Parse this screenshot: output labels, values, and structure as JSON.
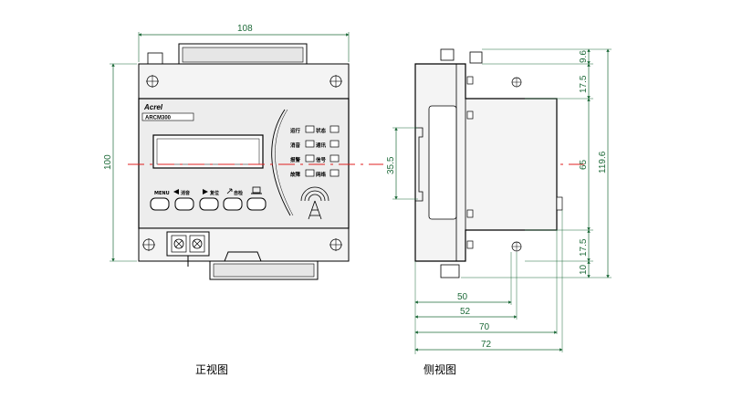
{
  "front_view": {
    "caption": "正视图",
    "brand": "Acrel",
    "model": "ARCM300",
    "menu_key": "MENU",
    "key_labels": [
      "消音",
      "复位",
      "自检"
    ],
    "indicators": [
      {
        "left": "运行",
        "right": "状态"
      },
      {
        "left": "消音",
        "right": "通讯"
      },
      {
        "left": "报警",
        "right": "信号"
      },
      {
        "left": "故障",
        "right": "网络"
      }
    ],
    "dim_width": "108",
    "dim_height": "100"
  },
  "side_view": {
    "caption": "侧视图",
    "dims_right": [
      "9.6",
      "17.5",
      "65",
      "119.6",
      "17.5",
      "10"
    ],
    "dim_left": "35.5",
    "dims_bottom": [
      "50",
      "52",
      "70",
      "72"
    ]
  },
  "colors": {
    "outline": "#000000",
    "dimension": "#1f6b3a",
    "centerline": "#e02020",
    "panel_fill": "#ededed",
    "housing_fill": "#f4f4f4"
  }
}
